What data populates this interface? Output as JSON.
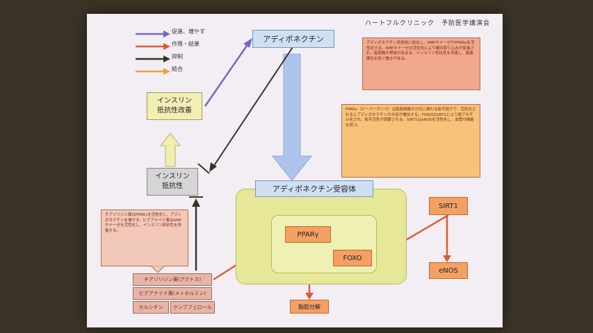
{
  "header": {
    "title": "ハートフルクリニック　予防医学講演会"
  },
  "legend": [
    {
      "label": "促進、増やす",
      "color": "#7068c8"
    },
    {
      "label": "作用・結果",
      "color": "#e05a30"
    },
    {
      "label": "抑制",
      "color": "#3a3028"
    },
    {
      "label": "結合",
      "color": "#f0a040"
    }
  ],
  "nodes": {
    "adiponectin": "アディポネクチン",
    "insulin_improve_1": "インスリン",
    "insulin_improve_2": "抵抗性改善",
    "insulin_resist_1": "インスリン",
    "insulin_resist_2": "抵抗性",
    "receptor": "アディポネクチン受容体",
    "ppar": "PPARγ",
    "foxo": "FOXO",
    "sirt1": "SIRT1",
    "enos": "eNOS",
    "fat_breakdown": "脂肪分解"
  },
  "drugs": {
    "d1": "チアゾリジン薬(アクトス)",
    "d2": "ビグアナイド薬(メトホルミン)",
    "d3": "カルシチン",
    "d4": "ケンブフェロール"
  },
  "notes": {
    "top_right": "アディポネクチン受容体に結合し、AMPキナーゼやPPARαを活性化する。AMPキナーゼの活性化により糖の取り込みが促進され、脂肪酸の燃焼が高まる。インスリン抵抗性を改善し、動脈硬化を防ぐ働きがある。",
    "middle_right": "PPARγ（ピーパーガンマ）は脂肪細胞の分化に関わる転写因子で、活性化されるとアディポネクチンの分泌が増加する。FOXOはSIRT1により脱アセチル化され、転写活性が調節される。SIRT1はeNOSを活性化し、血管の機能を保つ。",
    "left": "チアゾリジン薬はPPARγを活性化し、アディポネクチンを増やす。ビグアナイド薬はAMPキナーゼを活性化し、インスリン抵抗性を改善する。"
  }
}
